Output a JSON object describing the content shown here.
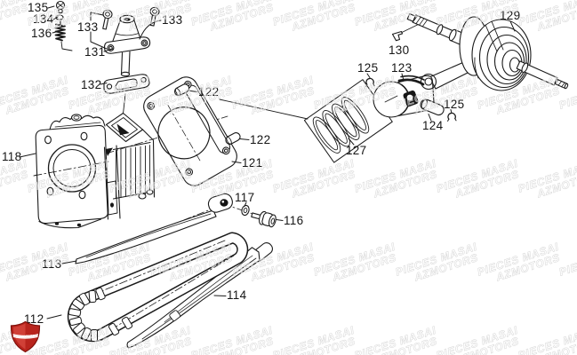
{
  "watermark": {
    "line1": "PIECES MASAI",
    "line2": "AZMOTORS"
  },
  "logo": {
    "text": "AZMOTORS",
    "shield_color": "#b8241d"
  },
  "colors": {
    "line": "#1a1a1a",
    "label": "#151515",
    "watermark_gray": "#c4c4c4",
    "logo_red": "#b8241d"
  },
  "parts": [
    "135",
    "134",
    "136",
    "133",
    "133",
    "131",
    "132",
    "122",
    "122",
    "121",
    "118",
    "117",
    "116",
    "113",
    "114",
    "112",
    "127",
    "125",
    "123",
    "125",
    "124",
    "130",
    "129"
  ]
}
